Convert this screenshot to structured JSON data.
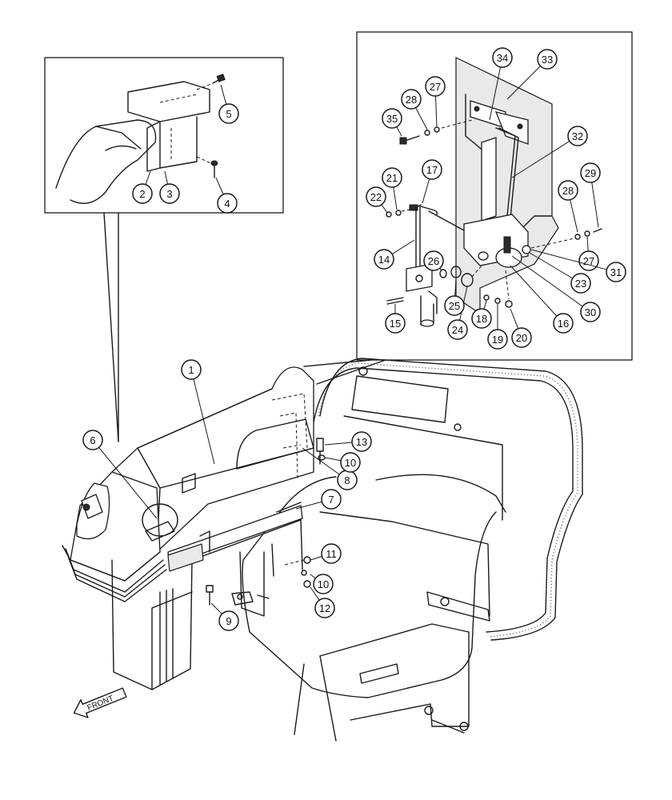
{
  "front_label": "FRONT",
  "callouts": [
    "1",
    "2",
    "3",
    "4",
    "5",
    "6",
    "7",
    "8",
    "9",
    "10",
    "10",
    "11",
    "12",
    "13",
    "14",
    "15",
    "16",
    "17",
    "18",
    "19",
    "20",
    "21",
    "22",
    "23",
    "24",
    "25",
    "26",
    "27",
    "27",
    "28",
    "28",
    "29",
    "30",
    "31",
    "32",
    "33",
    "34",
    "35"
  ]
}
